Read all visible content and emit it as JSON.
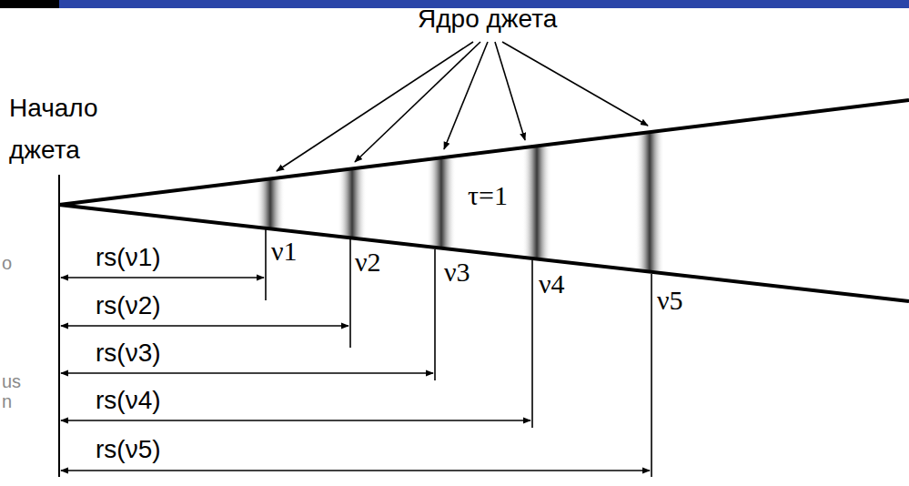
{
  "diagram": {
    "labels": [
      "Ядро джета",
      "Начало джета",
      "τ=1",
      "rs(ν1)",
      "rs(ν2)",
      "rs(ν3)",
      "rs(ν4)",
      "rs(ν5)",
      "ν1",
      "ν2",
      "ν3",
      "ν4",
      "ν5",
      "o",
      "us",
      "n"
    ]
  }
}
